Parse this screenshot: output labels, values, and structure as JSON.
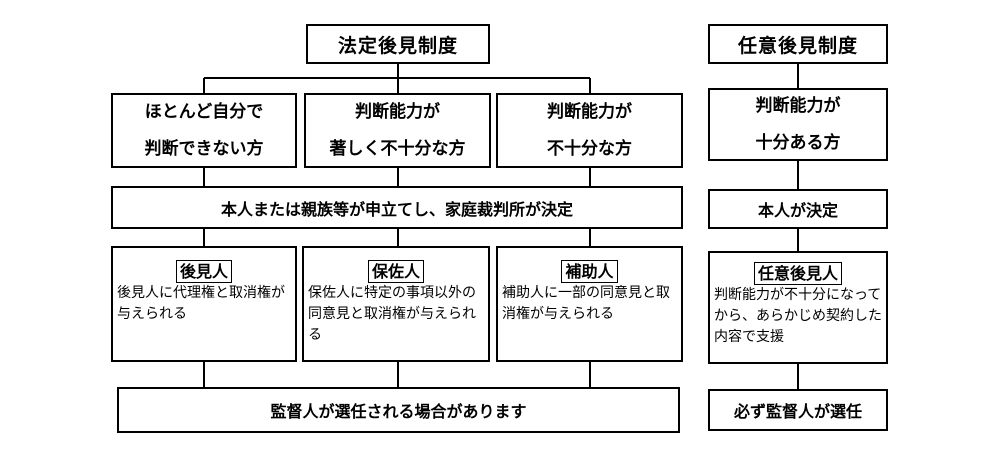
{
  "legal": {
    "title": "法定後見制度",
    "categories": [
      {
        "line1": "ほとんど自分で",
        "line2": "判断できない方"
      },
      {
        "line1": "判断能力が",
        "line2": "著しく不十分な方"
      },
      {
        "line1": "判断能力が",
        "line2": "不十分な方"
      }
    ],
    "decision": "本人または親族等が申立てし、家庭裁判所が決定",
    "roles": [
      {
        "name": "後見人",
        "description": "後見人に代理権と取消権が与えられる"
      },
      {
        "name": "保佐人",
        "description": "保佐人に特定の事項以外の同意見と取消権が与えられる"
      },
      {
        "name": "補助人",
        "description": "補助人に一部の同意見と取消権が与えられる"
      }
    ],
    "supervisor": "監督人が選任される場合があります"
  },
  "voluntary": {
    "title": "任意後見制度",
    "category": {
      "line1": "判断能力が",
      "line2": "十分ある方"
    },
    "decision": "本人が決定",
    "role": {
      "name": "任意後見人",
      "description": "判断能力が不十分になってから、あらかじめ契約した内容で支援"
    },
    "supervisor": "必ず監督人が選任"
  }
}
